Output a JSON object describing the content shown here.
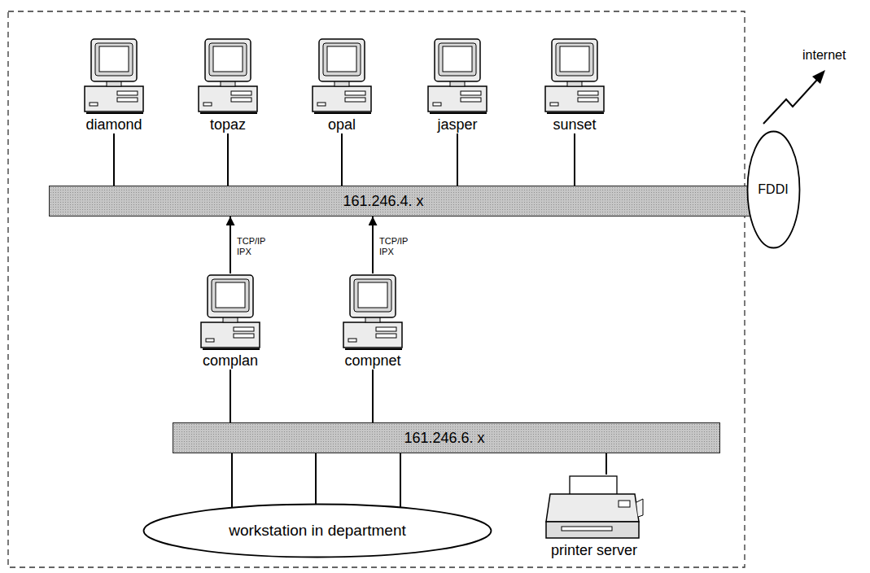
{
  "diagram": {
    "nodes": [
      {
        "text": [
          "diamond"
        ]
      },
      {
        "text": [
          "topaz"
        ]
      },
      {
        "text": [
          "opal"
        ]
      },
      {
        "text": [
          "jasper"
        ]
      },
      {
        "text": [
          "sunset"
        ]
      },
      {
        "text": [
          "161.246.4. x"
        ]
      },
      {
        "text": [
          "FDDI"
        ]
      },
      {
        "text": [
          "complan"
        ]
      },
      {
        "text": [
          "compnet"
        ]
      },
      {
        "text": [
          "161.246.6. x"
        ]
      },
      {
        "text": [
          "workstation in department"
        ]
      },
      {
        "text": [
          "printer server"
        ]
      }
    ],
    "edges": [
      {
        "from": 0,
        "to": 5,
        "arrow": "none"
      },
      {
        "from": 1,
        "to": 5,
        "arrow": "none"
      },
      {
        "from": 2,
        "to": 5,
        "arrow": "none"
      },
      {
        "from": 3,
        "to": 5,
        "arrow": "none"
      },
      {
        "from": 4,
        "to": 5,
        "arrow": "none"
      },
      {
        "from": 7,
        "to": 5,
        "label": "TCP/IP IPX",
        "arrow": "to"
      },
      {
        "from": 8,
        "to": 5,
        "label": "TCP/IP IPX",
        "arrow": "to"
      },
      {
        "from": 7,
        "to": 9,
        "arrow": "none"
      },
      {
        "from": 8,
        "to": 9,
        "arrow": "none"
      },
      {
        "from": 9,
        "to": 10,
        "arrow": "none"
      },
      {
        "from": 9,
        "to": 10,
        "arrow": "none"
      },
      {
        "from": 9,
        "to": 10,
        "arrow": "none"
      },
      {
        "from": 9,
        "to": 11,
        "arrow": "none"
      }
    ],
    "labels": [
      "internet"
    ]
  }
}
